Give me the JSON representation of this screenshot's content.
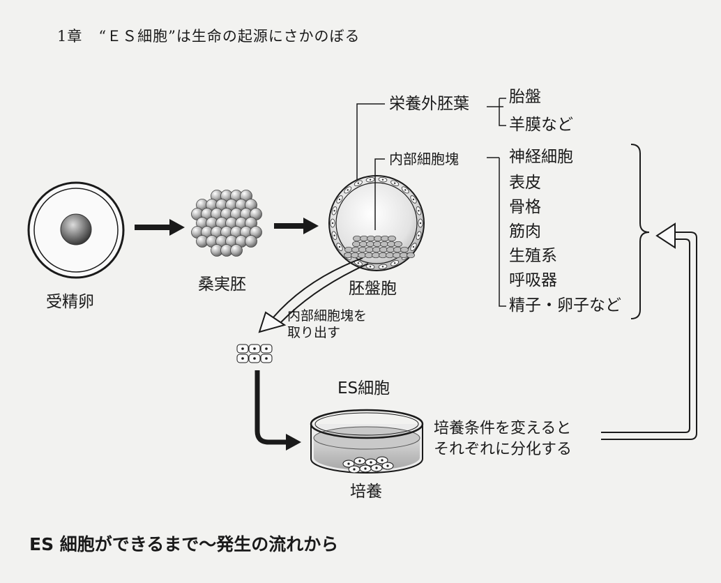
{
  "header": {
    "chapter": "1章",
    "title": "“ＥＳ細胞”は生命の起源にさかのぼる"
  },
  "stages": {
    "fertilized_egg": "受精卵",
    "morula": "桑実胚",
    "blastocyst": "胚盤胞"
  },
  "trophectoderm": {
    "label": "栄養外胚葉",
    "derivatives": [
      "胎盤",
      "羊膜など"
    ]
  },
  "inner_cell_mass": {
    "label": "内部細胞塊",
    "derivatives": [
      "神経細胞",
      "表皮",
      "骨格",
      "筋肉",
      "生殖系",
      "呼吸器",
      "精子・卵子など"
    ]
  },
  "extraction_note": [
    "内部細胞塊を",
    "取り出す"
  ],
  "es_cell_label": "ES細胞",
  "culture_label": "培養",
  "differentiation_note": [
    "培養条件を変えると",
    "それぞれに分化する"
  ],
  "caption": "ES 細胞ができるまで～発生の流れから",
  "colors": {
    "ink": "#1a1a1a",
    "paper": "#f2f2f0"
  }
}
